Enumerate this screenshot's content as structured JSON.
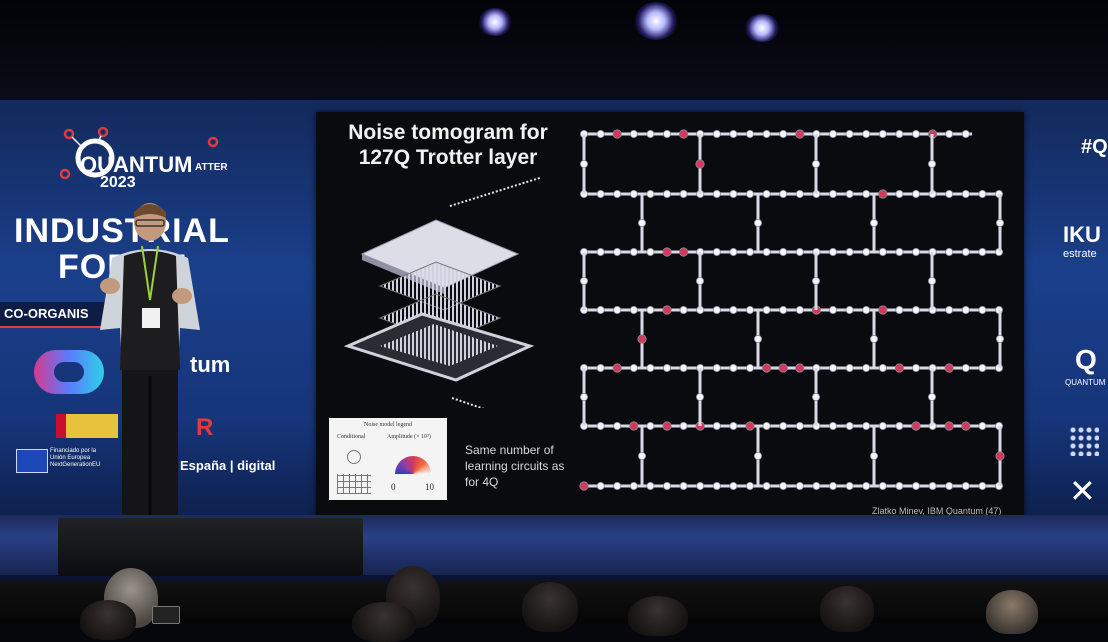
{
  "event": {
    "logo_word": "QUANTUM",
    "logo_suffix": "ATTER",
    "year": "2023",
    "forum_line1": "INDUSTRIAL",
    "forum_line2": "FORUM",
    "co_organised": "CO-ORGANIS",
    "partner_text": "tum",
    "eu_text": "Financiado por la Unión Europea NextGenerationEU",
    "espana_digital": "España | digital"
  },
  "right_panel": {
    "hashtag": "#Q",
    "sponsor1": "IKU",
    "sponsor1_sub": "estrate",
    "sponsor2": "Q",
    "sponsor2_sub": "QUANTUM"
  },
  "slide": {
    "title": "Noise tomogram for 127Q Trotter layer",
    "inset_title": "Noise model legend",
    "inset_left_label": "Conditional",
    "inset_right_label": "Amplitude (× 10³)",
    "inset_scale_min": "0",
    "inset_scale_max": "10",
    "caption": "Same number of learning circuits as for 4Q",
    "credit": "Zlatko Minev, IBM Quantum (47)"
  },
  "colors": {
    "wall_blue": "#1a3f8a",
    "slide_bg": "#0a0b0f",
    "lattice": "#d9d9e6",
    "noise_red": "#d23a5a",
    "accent_red": "#e0393e"
  }
}
